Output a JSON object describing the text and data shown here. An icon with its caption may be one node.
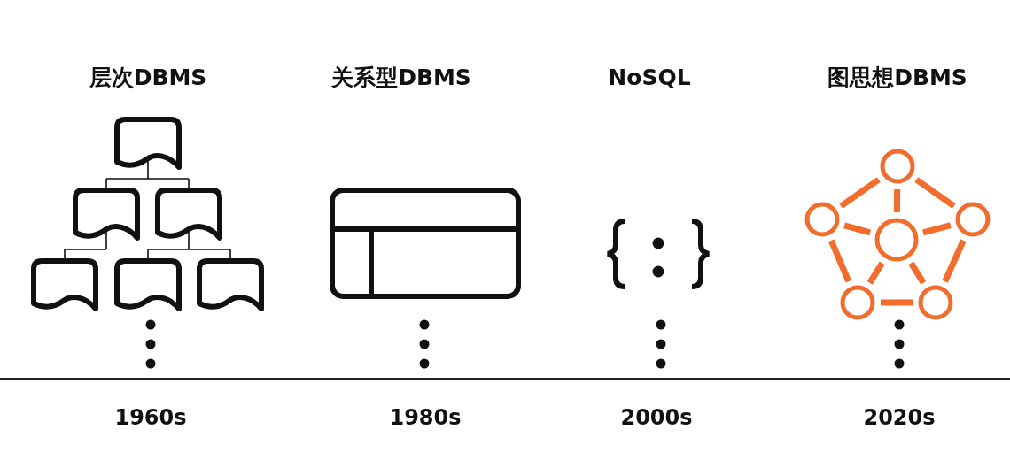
{
  "diagram": {
    "labels": [
      "层次DBMS",
      "关系型DBMS",
      "NoSQL",
      "图思想DBMS",
      "1960s",
      "1980s",
      "2000s",
      "2020s"
    ]
  }
}
